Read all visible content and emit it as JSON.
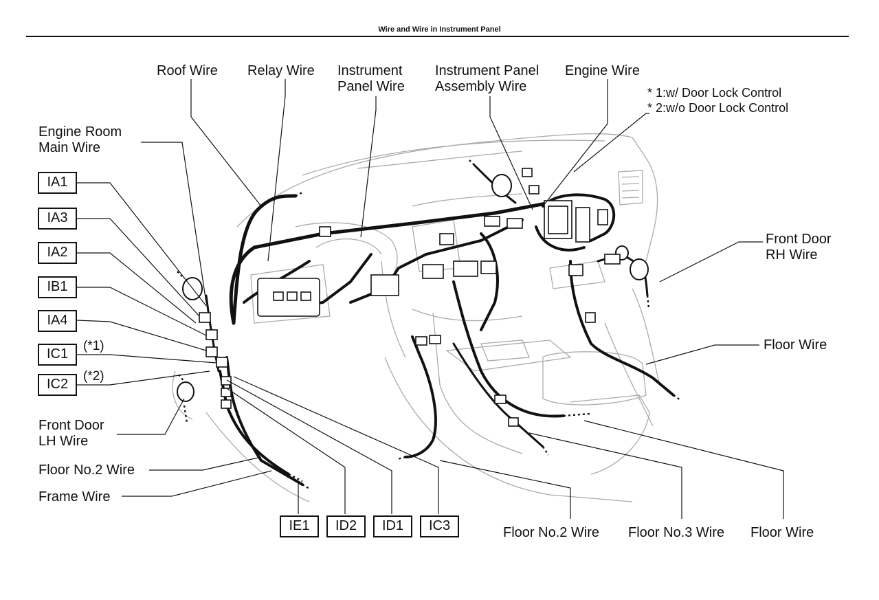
{
  "page_title": "Wire and Wire in Instrument Panel",
  "notes": {
    "note1": "* 1:w/ Door Lock Control",
    "note2": "* 2:w/o Door Lock Control"
  },
  "labels": {
    "roof_wire": "Roof Wire",
    "relay_wire": "Relay Wire",
    "instrument_panel_wire_1": "Instrument",
    "instrument_panel_wire_2": "Panel Wire",
    "instrument_panel_assembly_wire_1": "Instrument Panel",
    "instrument_panel_assembly_wire_2": "Assembly Wire",
    "engine_wire": "Engine Wire",
    "engine_room_main_wire_1": "Engine Room",
    "engine_room_main_wire_2": "Main Wire",
    "front_door_rh_wire_1": "Front Door",
    "front_door_rh_wire_2": "RH Wire",
    "floor_wire_right": "Floor Wire",
    "front_door_lh_wire_1": "Front Door",
    "front_door_lh_wire_2": "LH Wire",
    "floor_no2_wire_left": "Floor No.2 Wire",
    "frame_wire": "Frame Wire",
    "floor_no2_wire_bottom": "Floor No.2 Wire",
    "floor_no3_wire": "Floor No.3 Wire",
    "floor_wire_bottom": "Floor Wire",
    "ic1_note": "(*1)",
    "ic2_note": "(*2)"
  },
  "connector_codes": {
    "ia1": "IA1",
    "ia3": "IA3",
    "ia2": "IA2",
    "ib1": "IB1",
    "ia4": "IA4",
    "ic1": "IC1",
    "ic2": "IC2",
    "ie1": "IE1",
    "id2": "ID2",
    "id1": "ID1",
    "ic3": "IC3"
  }
}
